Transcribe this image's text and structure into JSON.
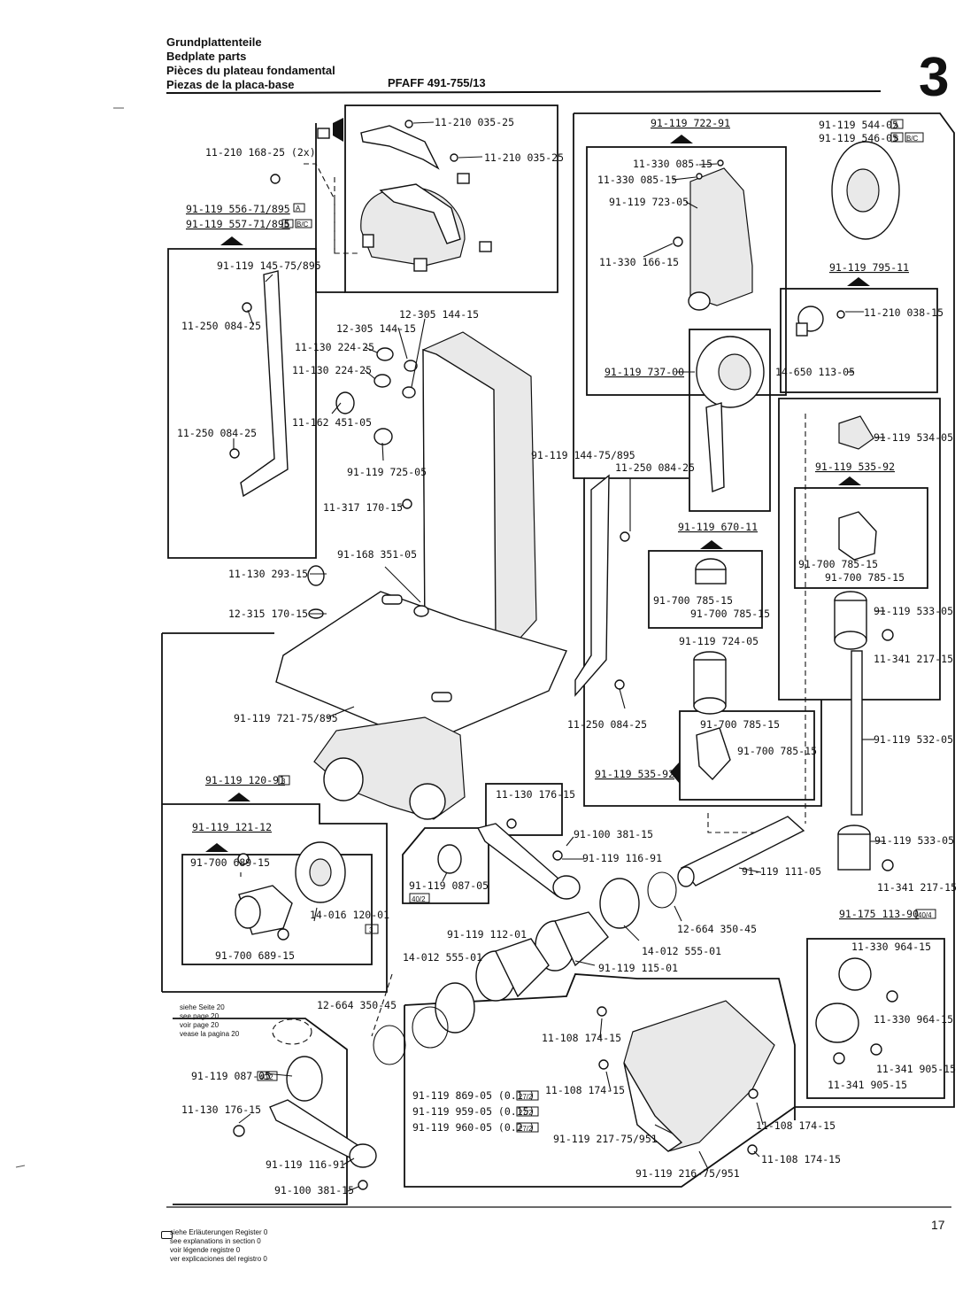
{
  "header": {
    "titles": [
      "Grundplattenteile",
      "Bedplate parts",
      "Pièces du plateau fondamental",
      "Piezas de la placa-base"
    ],
    "model": "PFAFF 491-755/13",
    "section_number": "3"
  },
  "footer": {
    "page_number": "17",
    "legend_lines": [
      "siehe Erläuterungen Register 0",
      "see explanations in section 0",
      "voir légende registre 0",
      "ver explicaciones del registro 0"
    ]
  },
  "callouts": [
    {
      "text": "11-210 035-25"
    },
    {
      "text": "11-210 035-25"
    },
    {
      "text": "11-210 168-25 (2x)"
    },
    {
      "text": "91-119 556-71/895",
      "badge": "A"
    },
    {
      "text": "91-119 557-71/895",
      "badge": "B",
      "badge2": "B/C"
    },
    {
      "text": "91-119 145-75/895"
    },
    {
      "text": "11-250 084-25"
    },
    {
      "text": "11-250 084-25"
    },
    {
      "text": "12-305 144-15"
    },
    {
      "text": "12-305 144-15"
    },
    {
      "text": "11-130 224-25"
    },
    {
      "text": "11-130 224-25"
    },
    {
      "text": "11-162 451-05"
    },
    {
      "text": "91-119 725-05"
    },
    {
      "text": "11-317 170-15"
    },
    {
      "text": "91-168 351-05"
    },
    {
      "text": "11-130 293-15"
    },
    {
      "text": "12-315 170-15"
    },
    {
      "text": "91-119 721-75/895"
    },
    {
      "text": "91-119 120-91",
      "badge": "3"
    },
    {
      "text": "91-119 121-12"
    },
    {
      "text": "91-700 689-15"
    },
    {
      "text": "91-700 689-15"
    },
    {
      "text": "14-016 120-01",
      "badge": "3"
    },
    {
      "text": "91-119 722-91"
    },
    {
      "text": "11-330 085-15"
    },
    {
      "text": "11-330 085-15"
    },
    {
      "text": "91-119 723-05"
    },
    {
      "text": "11-330 166-15"
    },
    {
      "text": "91-119 737-00"
    },
    {
      "text": "91-119 544-05",
      "badge": "A"
    },
    {
      "text": "91-119 546-05",
      "badge": "B",
      "badge2": "B/C"
    },
    {
      "text": "91-119 795-11"
    },
    {
      "text": "11-210 038-15"
    },
    {
      "text": "14-650 113-05"
    },
    {
      "text": "91-119 144-75/895"
    },
    {
      "text": "11-250 084-25"
    },
    {
      "text": "11-250 084-25"
    },
    {
      "text": "91-119 670-11"
    },
    {
      "text": "91-700 785-15"
    },
    {
      "text": "91-700 785-15"
    },
    {
      "text": "91-119 724-05"
    },
    {
      "text": "91-700 785-15"
    },
    {
      "text": "91-700 785-15"
    },
    {
      "text": "91-119 535-92"
    },
    {
      "text": "91-119 534-05"
    },
    {
      "text": "91-119 535-92"
    },
    {
      "text": "91-700 785-15"
    },
    {
      "text": "91-700 785-15"
    },
    {
      "text": "91-119 533-05"
    },
    {
      "text": "11-341 217-15"
    },
    {
      "text": "91-119 532-05"
    },
    {
      "text": "91-119 533-05"
    },
    {
      "text": "11-341 217-15"
    },
    {
      "text": "91-175 113-90",
      "badge": "40/4"
    },
    {
      "text": "11-330 964-15"
    },
    {
      "text": "11-330 964-15"
    },
    {
      "text": "11-341 905-15"
    },
    {
      "text": "11-341 905-15"
    },
    {
      "text": "11-130 176-15"
    },
    {
      "text": "91-100 381-15"
    },
    {
      "text": "91-119 116-91"
    },
    {
      "text": "91-119 087-05",
      "badge": "40/2"
    },
    {
      "text": "91-119 111-05"
    },
    {
      "text": "12-664 350-45"
    },
    {
      "text": "14-012 555-01"
    },
    {
      "text": "91-119 112-01"
    },
    {
      "text": "14-012 555-01"
    },
    {
      "text": "91-119 115-01"
    },
    {
      "text": "12-664 350-45"
    },
    {
      "text": "91-119 087-05",
      "badge": "40/2"
    },
    {
      "text": "11-130 176-15"
    },
    {
      "text": "91-119 116-91"
    },
    {
      "text": "91-100 381-15"
    },
    {
      "text": "91-119 869-05 (0.1 )",
      "badge": "27/2"
    },
    {
      "text": "91-119 959-05 (0.15)",
      "badge": "27/2"
    },
    {
      "text": "91-119 960-05 (0.2 )",
      "badge": "27/2"
    },
    {
      "text": "11-108 174-15"
    },
    {
      "text": "11-108 174-15"
    },
    {
      "text": "91-119 217-75/951"
    },
    {
      "text": "11-108 174-15"
    },
    {
      "text": "11-108 174-15"
    },
    {
      "text": "91-119 216-75/951"
    }
  ],
  "cross_ref_note": [
    "siehe Seite 20",
    "see page 20",
    "voir page 20",
    "vease la pagina 20"
  ]
}
